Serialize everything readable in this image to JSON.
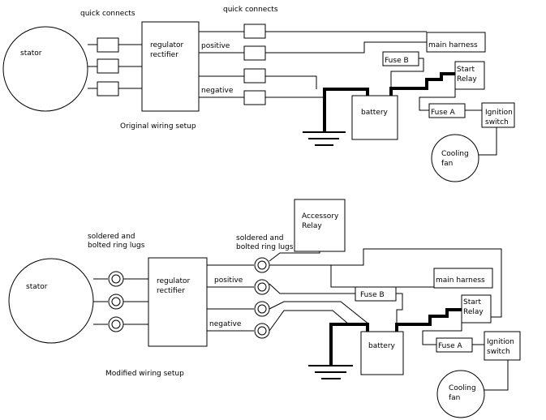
{
  "top": {
    "stator": "stator",
    "quick_connects_left": "quick connects",
    "quick_connects_right": "quick connects",
    "regulator_line1": "regulator",
    "regulator_line2": "rectifier",
    "positive": "positive",
    "negative": "negative",
    "main_harness": "main harness",
    "fuse_b": "Fuse B",
    "start_relay_line1": "Start",
    "start_relay_line2": "Relay",
    "fuse_a": "Fuse A",
    "ignition_line1": "Ignition",
    "ignition_line2": "switch",
    "battery": "battery",
    "cooling_line1": "Cooling",
    "cooling_line2": "fan",
    "caption": "Original wiring setup"
  },
  "bottom": {
    "stator": "stator",
    "lugs_left_line1": "soldered and",
    "lugs_left_line2": "bolted ring lugs",
    "lugs_right_line1": "soldered and",
    "lugs_right_line2": "bolted ring lugs",
    "accessory_line1": "Accessory",
    "accessory_line2": "Relay",
    "regulator_line1": "regulator",
    "regulator_line2": "rectifier",
    "positive": "positive",
    "negative": "negative",
    "main_harness": "main harness",
    "fuse_b": "Fuse B",
    "start_relay_line1": "Start",
    "start_relay_line2": "Relay",
    "fuse_a": "Fuse A",
    "ignition_line1": "Ignition",
    "ignition_line2": "switch",
    "battery": "battery",
    "cooling_line1": "Cooling",
    "cooling_line2": "fan",
    "caption": "Modified wiring setup"
  }
}
